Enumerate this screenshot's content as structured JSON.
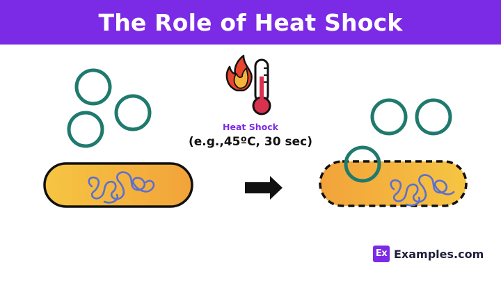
{
  "title": "The Role of Heat Shock",
  "heat_shock": {
    "label": "Heat Shock",
    "condition": "(e.g.,45ºC, 30 sec)"
  },
  "brand": {
    "logo_text": "Ex",
    "name": "Examples.com"
  },
  "icons": {
    "thermometer": "thermometer-icon",
    "flame": "flame-icon",
    "arrow": "right-arrow-icon"
  },
  "colors": {
    "title_bar": "#7b2be6",
    "plasmid_ring": "#1f7a6e",
    "cell_fill_light": "#f6c542",
    "cell_fill_dark": "#f2a33a",
    "dna_strand": "#5a6fd1",
    "thermometer_bulb": "#d8324f",
    "flame_outer": "#e8452e",
    "flame_inner": "#f7b43b"
  }
}
